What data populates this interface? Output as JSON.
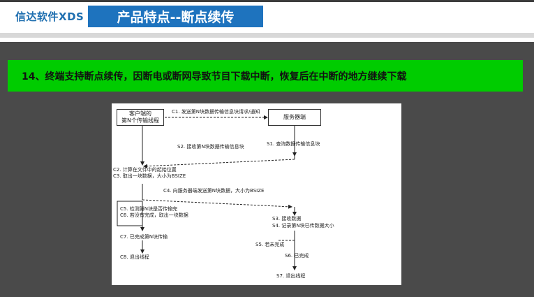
{
  "header": {
    "brand": "信达软件XDS",
    "title": "产品特点--断点续传"
  },
  "banner": {
    "text": "14、终端支持断点续传，因断电或断网导致节目下载中断，恢复后在中断的地方继续下载"
  },
  "diagram": {
    "client_box": {
      "line1": "客户端的",
      "line2": "第N个传输线程"
    },
    "server_box": {
      "label": "服务器端"
    },
    "c1": "C1. 发送第N块数据传输信息块请求/通知",
    "s2": "S2. 接收第N块数据传输信息块",
    "s1": "S1. 查询数据传输信息块",
    "c2": "C2. 计算在文件中的起始位置",
    "c3": "C3. 取出一块数据，大小为BSIZE",
    "c4": "C4. 向服务器端发送第N块数据，大小为BSIZE",
    "c5": "C5. 检测第N块是否传输完",
    "c6": "C6. 若没有完成，取出一块数据",
    "s3": "S3. 接收数据",
    "s4": "S4. 记录第N块已传数据大小",
    "c7": "C7. 已完成第N块传输",
    "s5": "S5. 若未完成",
    "c8": "C8. 退出线程",
    "s6": "S6. 已完成",
    "s7": "S7. 退出线程"
  },
  "colors": {
    "brand": "#1f6fb0",
    "title_bg": "#1e73be",
    "banner_bg": "#00cc00",
    "slide_bg": "#4a4a4a"
  }
}
